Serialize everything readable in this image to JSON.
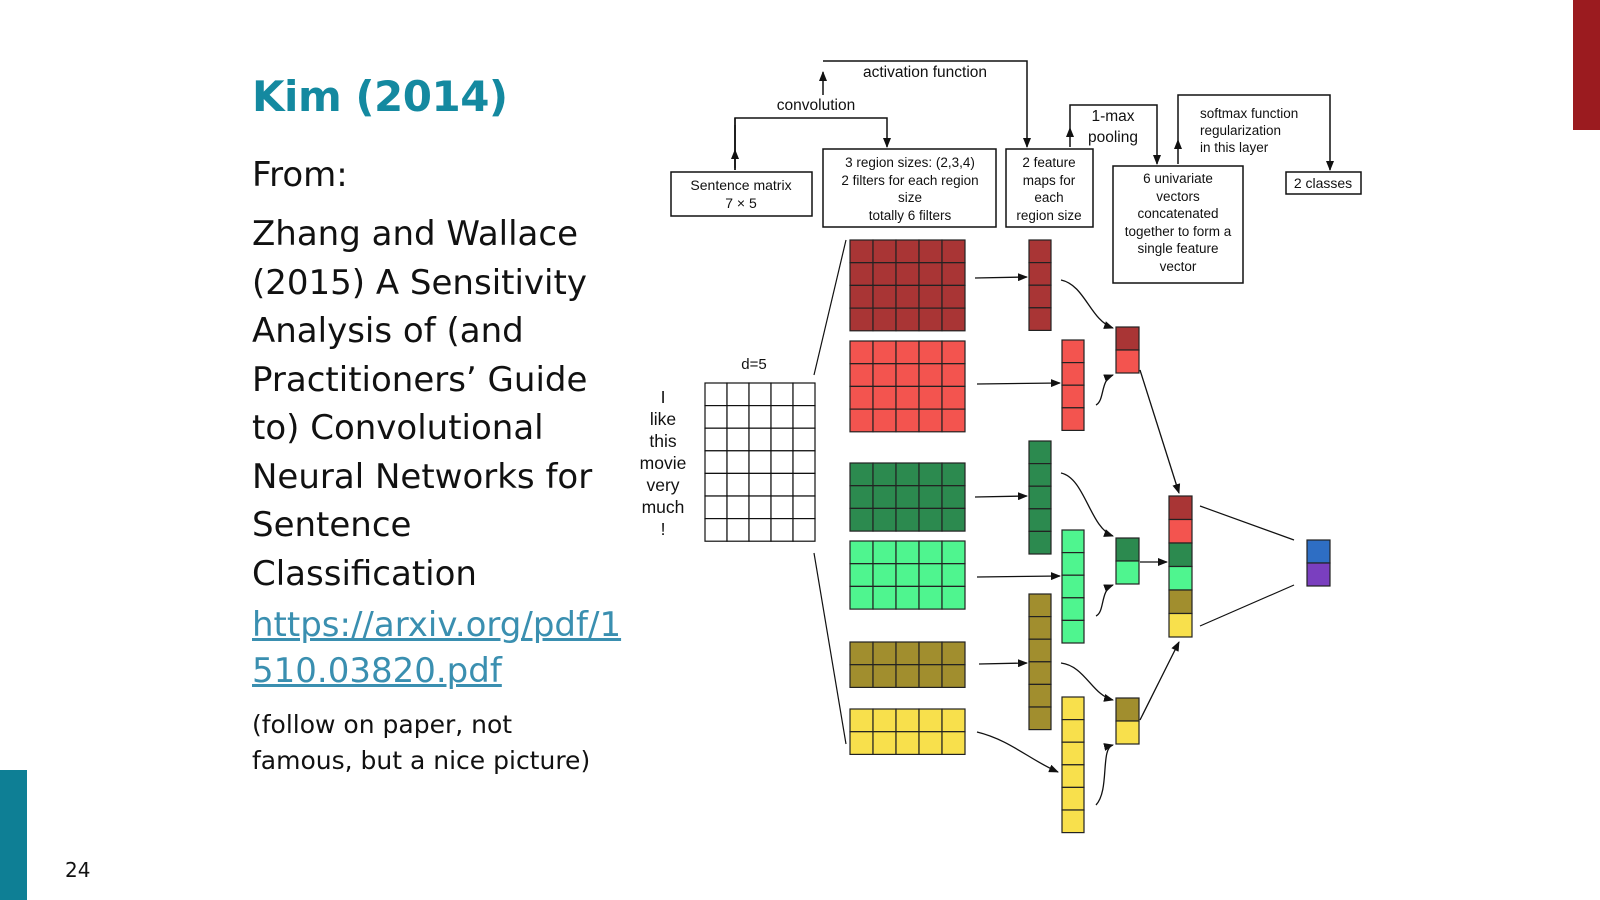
{
  "slide": {
    "number": "24",
    "title": "Kim (2014)",
    "from_label": "From:",
    "citation": "Zhang and Wallace (2015) A Sensitivity Analysis of (and Practitioners’ Guide to) Convolutional Neural Networks for Sentence Classification",
    "link": "https://arxiv.org/pdf/1510.03820.pdf",
    "note": "(follow on paper, not famous, but a nice picture)",
    "accent_colors": {
      "top": "#9b1b1f",
      "bottom": "#0e7f95"
    }
  },
  "diagram": {
    "labels": {
      "activation": "activation function",
      "convolution": "convolution",
      "one_max": [
        "1-max",
        "pooling"
      ],
      "softmax": [
        "softmax function",
        "regularization",
        "in this layer"
      ],
      "sentence_matrix": [
        "Sentence matrix",
        "7 × 5"
      ],
      "region_sizes": [
        "3 region sizes: (2,3,4)",
        "2 filters for each region",
        "size",
        "totally 6 filters"
      ],
      "feature_maps": [
        "2 feature",
        "maps for",
        "each",
        "region size"
      ],
      "univariate": [
        "6 univariate",
        "vectors",
        "concatenated",
        "together to form a",
        "single feature",
        "vector"
      ],
      "classes": "2 classes",
      "d": "d=5"
    },
    "words": [
      "I",
      "like",
      "this",
      "movie",
      "very",
      "much",
      "!"
    ],
    "matrix": {
      "rows": 7,
      "cols": 5
    },
    "filter_colors": [
      "#a93535",
      "#f3544f",
      "#2c8a4f",
      "#4ff58f",
      "#a18e2e",
      "#f8e04c"
    ],
    "class_colors": [
      "#2e6ec4",
      "#7a3fbf"
    ],
    "filters": [
      {
        "region": 4,
        "color_index": 0
      },
      {
        "region": 4,
        "color_index": 1
      },
      {
        "region": 3,
        "color_index": 2
      },
      {
        "region": 3,
        "color_index": 3
      },
      {
        "region": 2,
        "color_index": 4
      },
      {
        "region": 2,
        "color_index": 5
      }
    ],
    "feature_map_lengths": [
      4,
      4,
      5,
      5,
      6,
      6
    ]
  }
}
